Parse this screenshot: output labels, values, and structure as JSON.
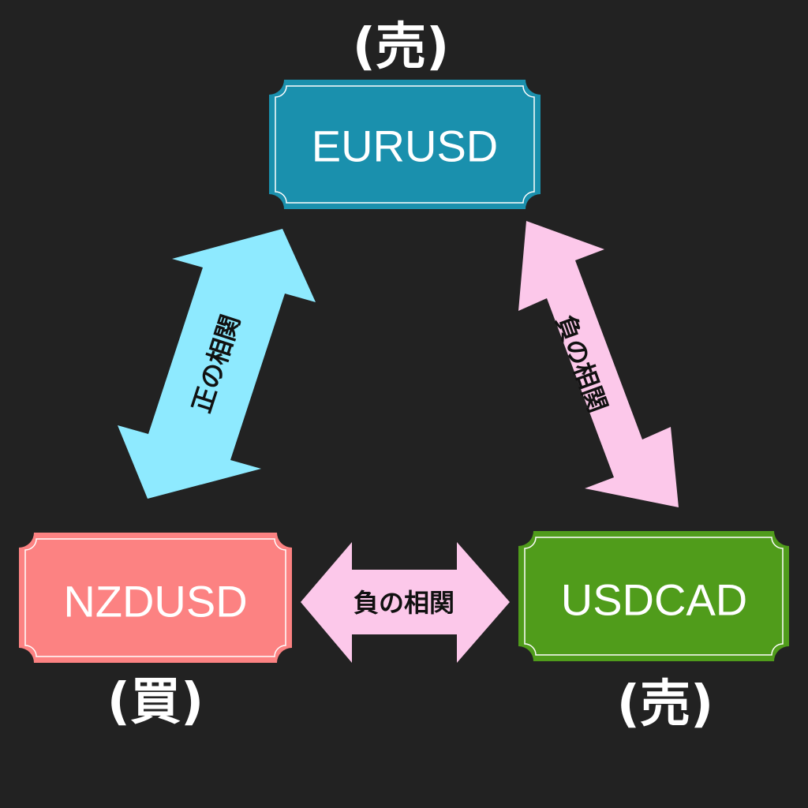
{
  "nodes": {
    "eurusd": {
      "label": "EURUSD",
      "action": "(売)",
      "color": "#1a90ad"
    },
    "nzdusd": {
      "label": "NZDUSD",
      "action": "(買)",
      "color": "#fc8282"
    },
    "usdcad": {
      "label": "USDCAD",
      "action": "(売)",
      "color": "#509c1b"
    }
  },
  "relations": {
    "eurusd_nzdusd": {
      "label": "正の相関",
      "color": "#8eeaff"
    },
    "eurusd_usdcad": {
      "label": "負の相関",
      "color": "#fcc8ea"
    },
    "nzdusd_usdcad": {
      "label": "負の相関",
      "color": "#fcc8ea"
    }
  },
  "background": "#222222"
}
